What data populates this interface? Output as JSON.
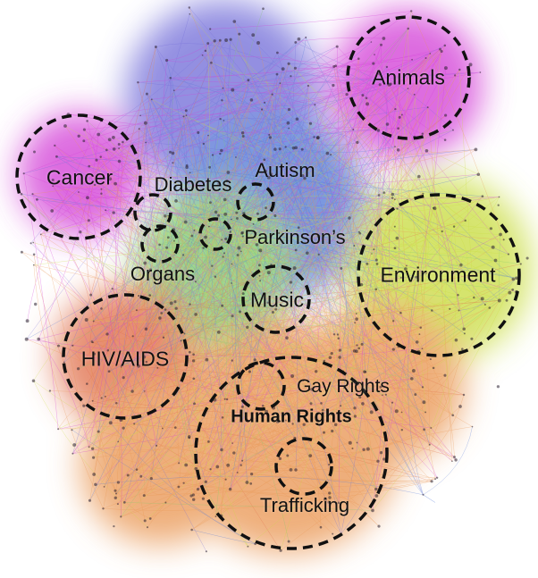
{
  "colors": {
    "circle_stroke": "#111111",
    "label_text": "#111111",
    "cluster_magenta": "#d23ad6",
    "cluster_purple_blue": "#6f6ad8",
    "cluster_blue": "#4f76d6",
    "cluster_green": "#7fc86a",
    "cluster_yellow_green": "#c8dc3c",
    "cluster_orange": "#e9944f",
    "cluster_red_orange": "#df6a45"
  },
  "labels": {
    "animals": "Animals",
    "cancer": "Cancer",
    "diabetes": "Diabetes",
    "autism": "Autism",
    "parkinsons": "Parkinson’s",
    "organs": "Organs",
    "environment": "Environment",
    "music": "Music",
    "hiv_aids": "HIV/AIDS",
    "gay_rights": "Gay Rights",
    "human_rights": "Human Rights",
    "trafficking": "Trafficking"
  }
}
